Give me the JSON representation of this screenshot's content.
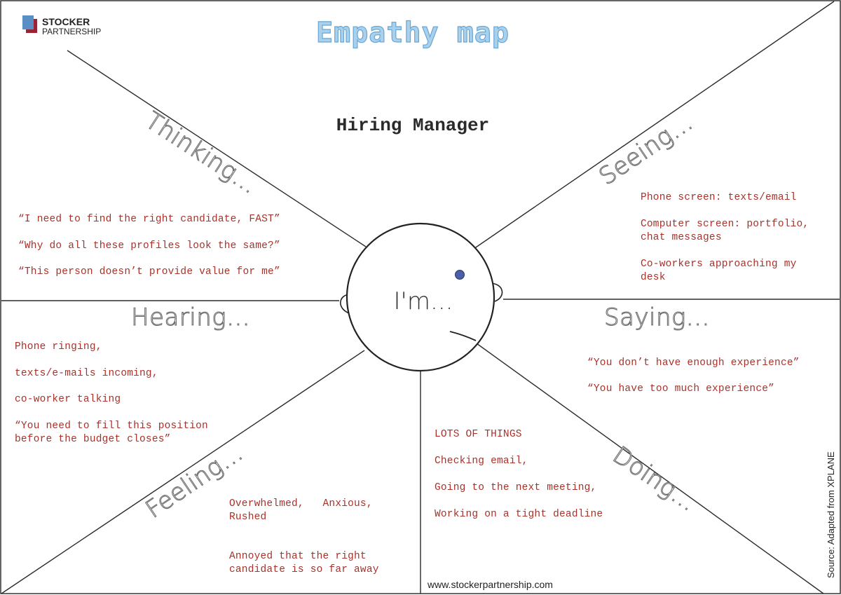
{
  "header": {
    "title": "Empathy map",
    "logo_line1": "STOCKER",
    "logo_line2": "PARTNERSHIP",
    "persona": "Hiring Manager"
  },
  "center": {
    "label": "I'm..."
  },
  "sections": {
    "thinking": {
      "heading": "Thinking...",
      "items": [
        "“I need to find the right candidate, FAST”",
        "“Why do all these profiles look the same?”",
        "“This person doesn’t provide value for me”"
      ]
    },
    "seeing": {
      "heading": "Seeing...",
      "items": [
        "Phone screen: texts/email",
        "Computer screen: portfolio,",
        "chat messages",
        "Co-workers approaching my",
        "desk"
      ]
    },
    "hearing": {
      "heading": "Hearing...",
      "items": [
        "Phone ringing,",
        "texts/e-mails incoming,",
        "co-worker talking",
        "“You need to fill this position",
        "before the budget closes”"
      ]
    },
    "saying": {
      "heading": "Saying...",
      "items": [
        "“You don’t have enough experience”",
        "“You have too much experience”"
      ]
    },
    "feeling": {
      "heading": "Feeling...",
      "items": [
        "Overwhelmed,   Anxious,",
        "Rushed",
        "Annoyed that the right",
        "candidate is so far away"
      ]
    },
    "doing": {
      "heading": "Doing...",
      "items": [
        "LOTS OF THINGS",
        "Checking email,",
        "Going to the next meeting,",
        "Working on a tight deadline"
      ]
    }
  },
  "footer": {
    "website": "www.stockerpartnership.com",
    "source": "Source: Adapted from XPLANE"
  },
  "colors": {
    "quote_text": "#a8322a",
    "title_fill": "#a9d1ec",
    "logo_blue": "#5b8fc4",
    "logo_red": "#9b2335",
    "eye": "#4a5fa8"
  }
}
